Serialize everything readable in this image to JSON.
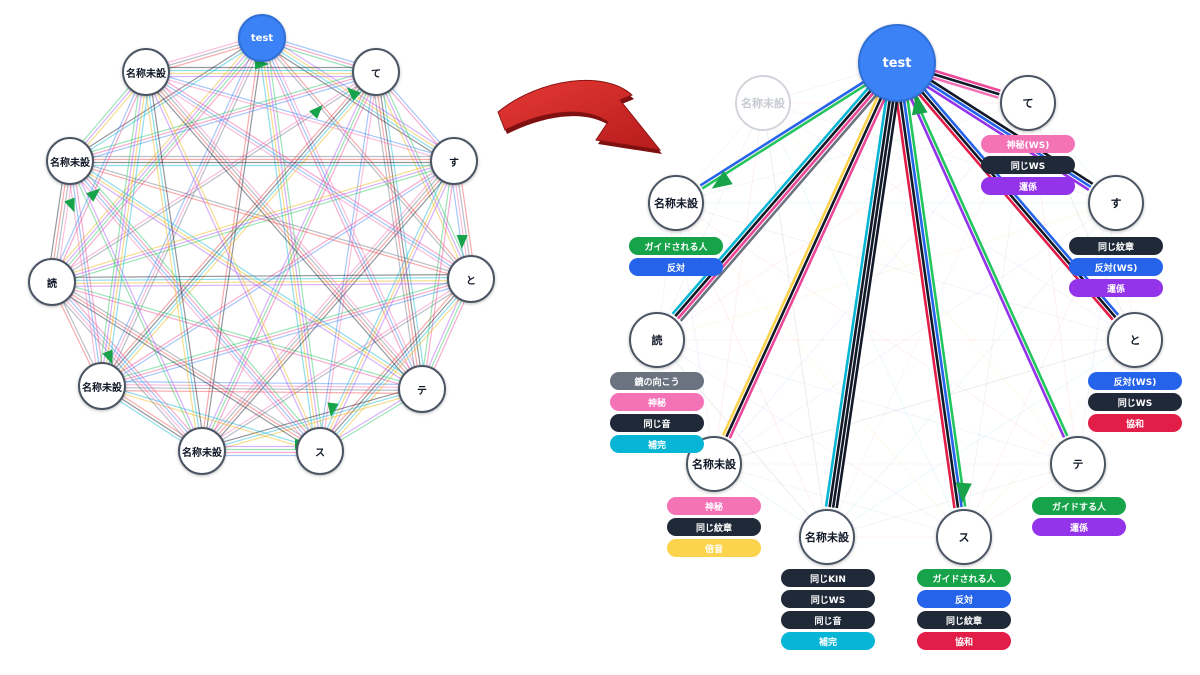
{
  "colors": {
    "root": "#3b82f6",
    "node_border": "#4b5563",
    "arrow": "#16a34a",
    "curved_arrow": "#c91e1e",
    "line_palette": [
      "#3b82f6",
      "#ec4899",
      "#22c55e",
      "#a855f7",
      "#eab308",
      "#06b6d4",
      "#111827",
      "#ef4444",
      "#6b7280",
      "#f472b6"
    ]
  },
  "left_graph": {
    "nodes": [
      {
        "id": "L0",
        "label": "test",
        "root": true
      },
      {
        "id": "L1",
        "label": "て"
      },
      {
        "id": "L2",
        "label": "す"
      },
      {
        "id": "L3",
        "label": "と"
      },
      {
        "id": "L4",
        "label": "テ"
      },
      {
        "id": "L5",
        "label": "ス"
      },
      {
        "id": "L6",
        "label": "名称未設"
      },
      {
        "id": "L7",
        "label": "名称未設"
      },
      {
        "id": "L8",
        "label": "読"
      },
      {
        "id": "L9",
        "label": "名称未設"
      },
      {
        "id": "L10",
        "label": "名称未設"
      }
    ]
  },
  "transition_arrow": {
    "name": "curved-arrow-icon"
  },
  "right_graph": {
    "root": {
      "label": "test"
    },
    "nodes": [
      {
        "id": "R1",
        "label": "て",
        "badges": [
          {
            "text": "神秘(WS)",
            "color": "#f472b6"
          },
          {
            "text": "同じWS",
            "color": "#1f2937"
          },
          {
            "text": "運係",
            "color": "#9333ea"
          }
        ]
      },
      {
        "id": "R2",
        "label": "す",
        "badges": [
          {
            "text": "同じ紋章",
            "color": "#1f2937"
          },
          {
            "text": "反対(WS)",
            "color": "#2563eb"
          },
          {
            "text": "運係",
            "color": "#9333ea"
          }
        ]
      },
      {
        "id": "R3",
        "label": "と",
        "badges": [
          {
            "text": "反対(WS)",
            "color": "#2563eb"
          },
          {
            "text": "同じWS",
            "color": "#1f2937"
          },
          {
            "text": "協和",
            "color": "#e11d48"
          }
        ]
      },
      {
        "id": "R4",
        "label": "テ",
        "badges": [
          {
            "text": "ガイドする人",
            "color": "#16a34a"
          },
          {
            "text": "運係",
            "color": "#9333ea"
          }
        ]
      },
      {
        "id": "R5",
        "label": "ス",
        "badges": [
          {
            "text": "ガイドされる人",
            "color": "#16a34a"
          },
          {
            "text": "反対",
            "color": "#2563eb"
          },
          {
            "text": "同じ紋章",
            "color": "#1f2937"
          },
          {
            "text": "協和",
            "color": "#e11d48"
          }
        ]
      },
      {
        "id": "R6",
        "label": "名称未設",
        "badges": [
          {
            "text": "同じKIN",
            "color": "#1f2937"
          },
          {
            "text": "同じWS",
            "color": "#1f2937"
          },
          {
            "text": "同じ音",
            "color": "#1f2937"
          },
          {
            "text": "補完",
            "color": "#06b6d4"
          }
        ]
      },
      {
        "id": "R7",
        "label": "名称未設",
        "badges": [
          {
            "text": "神秘",
            "color": "#f472b6"
          },
          {
            "text": "同じ紋章",
            "color": "#1f2937"
          },
          {
            "text": "倍音",
            "color": "#fcd34d"
          }
        ]
      },
      {
        "id": "R8",
        "label": "読",
        "badges": [
          {
            "text": "鏡の向こう",
            "color": "#6b7280"
          },
          {
            "text": "神秘",
            "color": "#f472b6"
          },
          {
            "text": "同じ音",
            "color": "#1f2937"
          },
          {
            "text": "補完",
            "color": "#06b6d4"
          }
        ]
      },
      {
        "id": "R9",
        "label": "名称未設",
        "badges": [
          {
            "text": "ガイドされる人",
            "color": "#16a34a"
          },
          {
            "text": "反対",
            "color": "#2563eb"
          }
        ]
      },
      {
        "id": "R10",
        "label": "名称未設",
        "faded": true,
        "badges": []
      }
    ]
  }
}
